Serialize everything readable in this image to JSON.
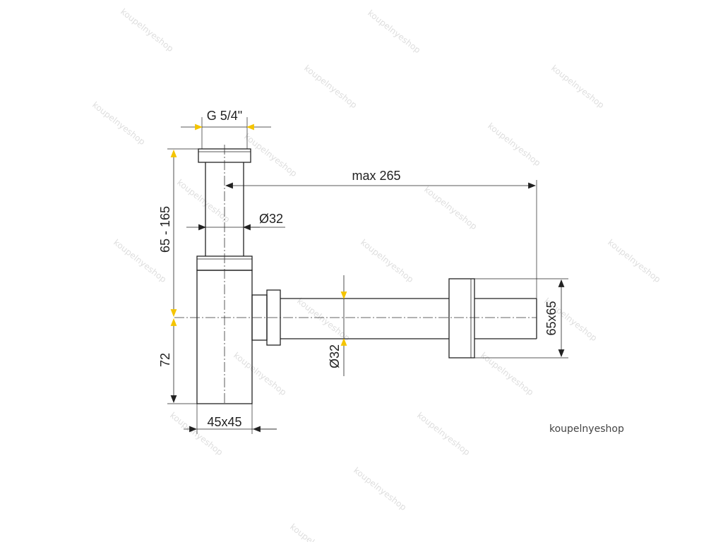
{
  "dimensions": {
    "thread": "G 5/4\"",
    "height_range": "65 - 165",
    "max_length": "max 265",
    "tube_diameter": "Ø32",
    "outlet_diameter": "Ø32",
    "lower_height": "72",
    "body_size": "45x45",
    "rosette_size": "65x65"
  },
  "watermark": "koupelnyeshop",
  "credit": "koupelnyeshop",
  "colors": {
    "arrow_accent": "#f4c400",
    "line": "#222222",
    "watermark": "#dedede"
  }
}
